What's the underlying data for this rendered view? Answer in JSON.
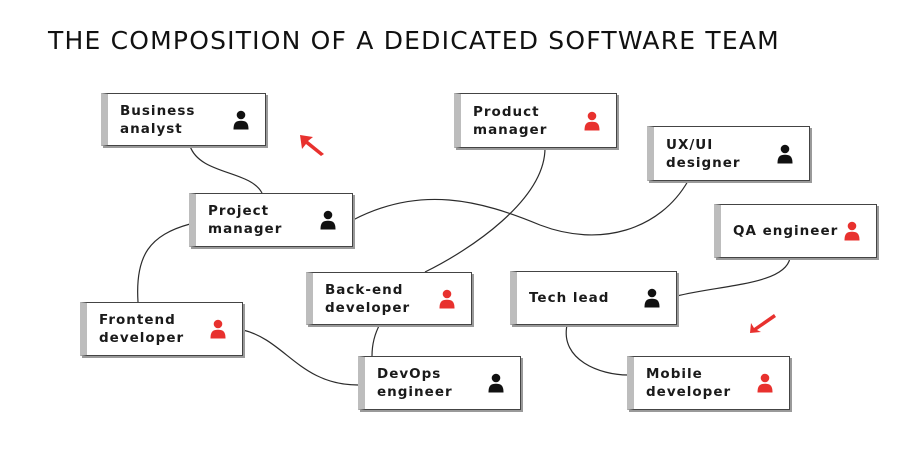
{
  "title": "THE COMPOSITION OF A DEDICATED SOFTWARE TEAM",
  "colors": {
    "accent": "#e8312e",
    "dark": "#111111"
  },
  "roles": {
    "business_analyst": {
      "label": "Business\nanalyst",
      "icon": "person-icon",
      "color": "dark"
    },
    "product_manager": {
      "label": "Product\nmanager",
      "icon": "person-icon",
      "color": "accent"
    },
    "ux_ui_designer": {
      "label": "UX/UI\ndesigner",
      "icon": "person-icon",
      "color": "dark"
    },
    "project_manager": {
      "label": "Project\nmanager",
      "icon": "person-icon",
      "color": "dark"
    },
    "qa_engineer": {
      "label": "QA engineer",
      "icon": "person-icon",
      "color": "accent"
    },
    "backend_developer": {
      "label": "Back-end\ndeveloper",
      "icon": "person-icon",
      "color": "accent"
    },
    "tech_lead": {
      "label": "Tech lead",
      "icon": "person-icon",
      "color": "dark"
    },
    "frontend_developer": {
      "label": "Frontend\ndeveloper",
      "icon": "person-icon",
      "color": "accent"
    },
    "devops_engineer": {
      "label": "DevOps\nengineer",
      "icon": "person-icon",
      "color": "dark"
    },
    "mobile_developer": {
      "label": "Mobile\ndeveloper",
      "icon": "person-icon",
      "color": "accent"
    }
  },
  "connections": [
    [
      "business_analyst",
      "project_manager"
    ],
    [
      "project_manager",
      "ux_ui_designer"
    ],
    [
      "project_manager",
      "frontend_developer"
    ],
    [
      "product_manager",
      "backend_developer"
    ],
    [
      "backend_developer",
      "devops_engineer"
    ],
    [
      "frontend_developer",
      "devops_engineer"
    ],
    [
      "qa_engineer",
      "tech_lead"
    ],
    [
      "tech_lead",
      "mobile_developer"
    ]
  ],
  "decorations": {
    "arrows": [
      "arrow-icon",
      "arrow-icon"
    ]
  }
}
